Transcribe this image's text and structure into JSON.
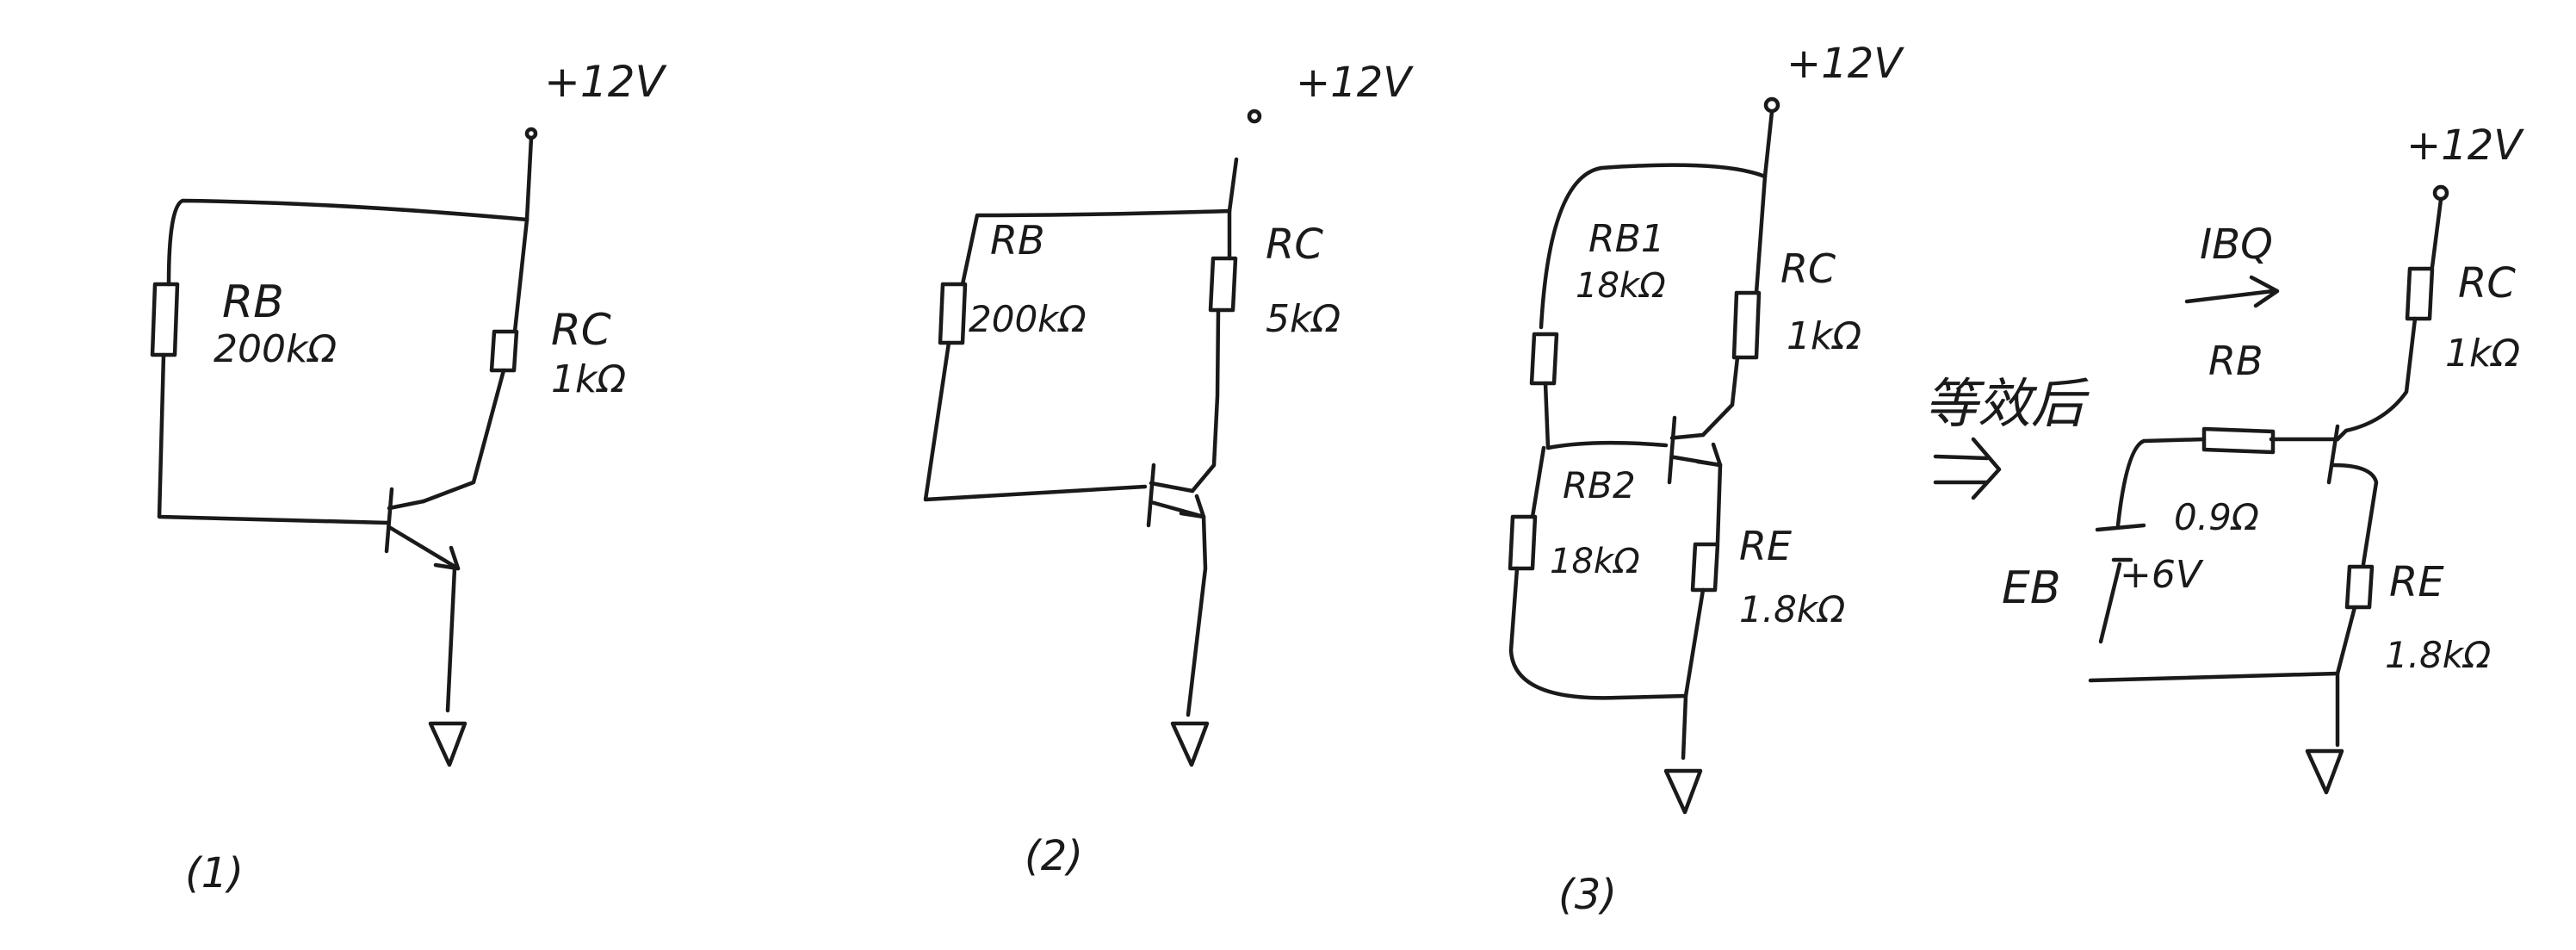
{
  "supply_label": "+12V",
  "transform_label": "等效后",
  "circuits": [
    {
      "id": "circuit-1",
      "caption": "(1)",
      "supply": "+12V",
      "components": [
        {
          "ref": "RB",
          "value": "200kΩ"
        },
        {
          "ref": "RC",
          "value": "1kΩ"
        }
      ]
    },
    {
      "id": "circuit-2",
      "caption": "(2)",
      "supply": "+12V",
      "components": [
        {
          "ref": "RB",
          "value": "200kΩ"
        },
        {
          "ref": "RC",
          "value": "5kΩ"
        }
      ]
    },
    {
      "id": "circuit-3",
      "caption": "(3)",
      "supply": "+12V",
      "components": [
        {
          "ref": "RB1",
          "value": "18kΩ"
        },
        {
          "ref": "RC",
          "value": "1kΩ"
        },
        {
          "ref": "RB2",
          "value": "18kΩ"
        },
        {
          "ref": "RE",
          "value": "1.8kΩ"
        }
      ]
    },
    {
      "id": "circuit-3-equivalent",
      "caption": "",
      "supply": "+12V",
      "current_label": "IBQ",
      "source": {
        "ref": "EB",
        "value": "+6V"
      },
      "components": [
        {
          "ref": "RC",
          "value": "1kΩ"
        },
        {
          "ref": "RB",
          "value": "0.9Ω"
        },
        {
          "ref": "RE",
          "value": "1.8kΩ"
        }
      ]
    }
  ]
}
